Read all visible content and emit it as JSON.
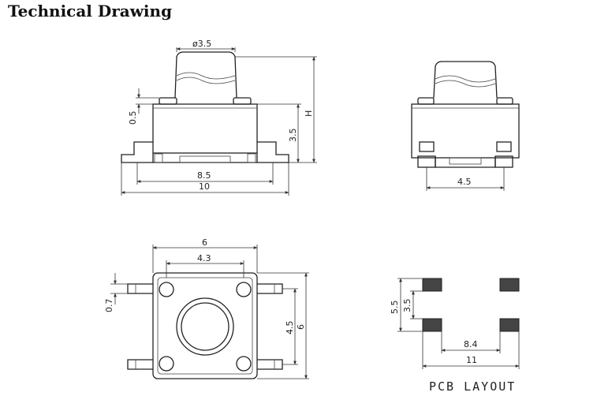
{
  "title": "Technical Drawing",
  "side_view": {
    "dim_cap_diameter": "ø3.5",
    "dim_top_step": "0.5",
    "dim_body_height": "3.5",
    "dim_total_height": "H",
    "dim_body_width": "8.5",
    "dim_total_width": "10"
  },
  "front_view": {
    "dim_pin_spacing": "4.5"
  },
  "top_view": {
    "dim_body_width": "6",
    "dim_inner_width": "4.3",
    "dim_pin_width": "0.7",
    "dim_pin_pitch": "4.5",
    "dim_body_height": "6"
  },
  "pcb_layout": {
    "dim_outer_rows": "5.5",
    "dim_inner_rows": "3.5",
    "dim_inner_span": "8.4",
    "dim_outer_span": "11",
    "caption": "PCB LAYOUT"
  }
}
